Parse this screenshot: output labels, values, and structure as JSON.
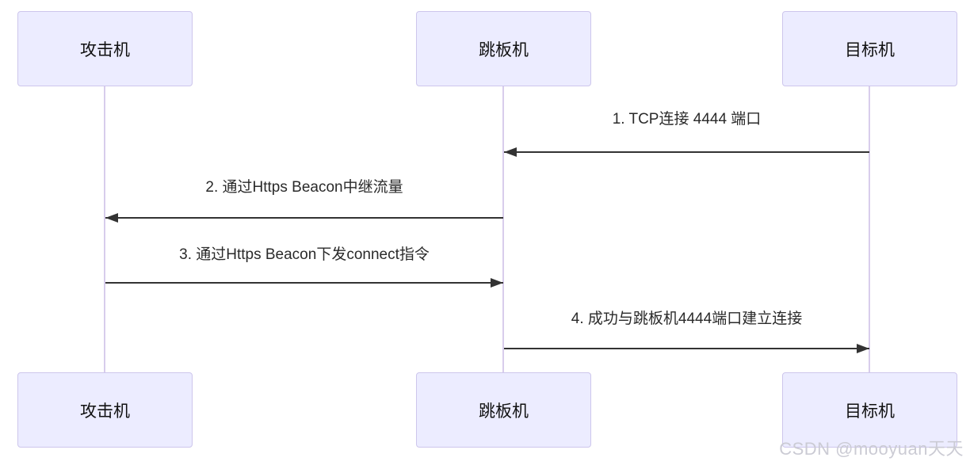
{
  "diagram": {
    "type": "sequence-diagram",
    "actors": [
      {
        "id": "attacker",
        "label": "攻击机"
      },
      {
        "id": "jumpbox",
        "label": "跳板机"
      },
      {
        "id": "target",
        "label": "目标机"
      }
    ],
    "messages": [
      {
        "seq": 1,
        "label": "1. TCP连接 4444 端口",
        "from": "目标机",
        "to": "跳板机",
        "direction": "right-to-left",
        "line_style": "solid"
      },
      {
        "seq": 2,
        "label": "2. 通过Https Beacon中继流量",
        "from": "跳板机",
        "to": "攻击机",
        "direction": "right-to-left",
        "line_style": "solid"
      },
      {
        "seq": 3,
        "label": "3. 通过Https Beacon下发connect指令",
        "from": "攻击机",
        "to": "跳板机",
        "direction": "left-to-right",
        "line_style": "solid"
      },
      {
        "seq": 4,
        "label": "4. 成功与跳板机4444端口建立连接",
        "from": "跳板机",
        "to": "目标机",
        "direction": "left-to-right",
        "line_style": "solid"
      }
    ],
    "watermark": "CSDN @mooyuan天天",
    "colors": {
      "actor_fill": "#ECECFF",
      "actor_border": "#CDC6EC",
      "lifeline": "#D8CDEC",
      "arrow": "#333333",
      "msg_text": "#2a2a2a",
      "actor_text": "#111111",
      "watermark": "#cbcbd4"
    }
  }
}
